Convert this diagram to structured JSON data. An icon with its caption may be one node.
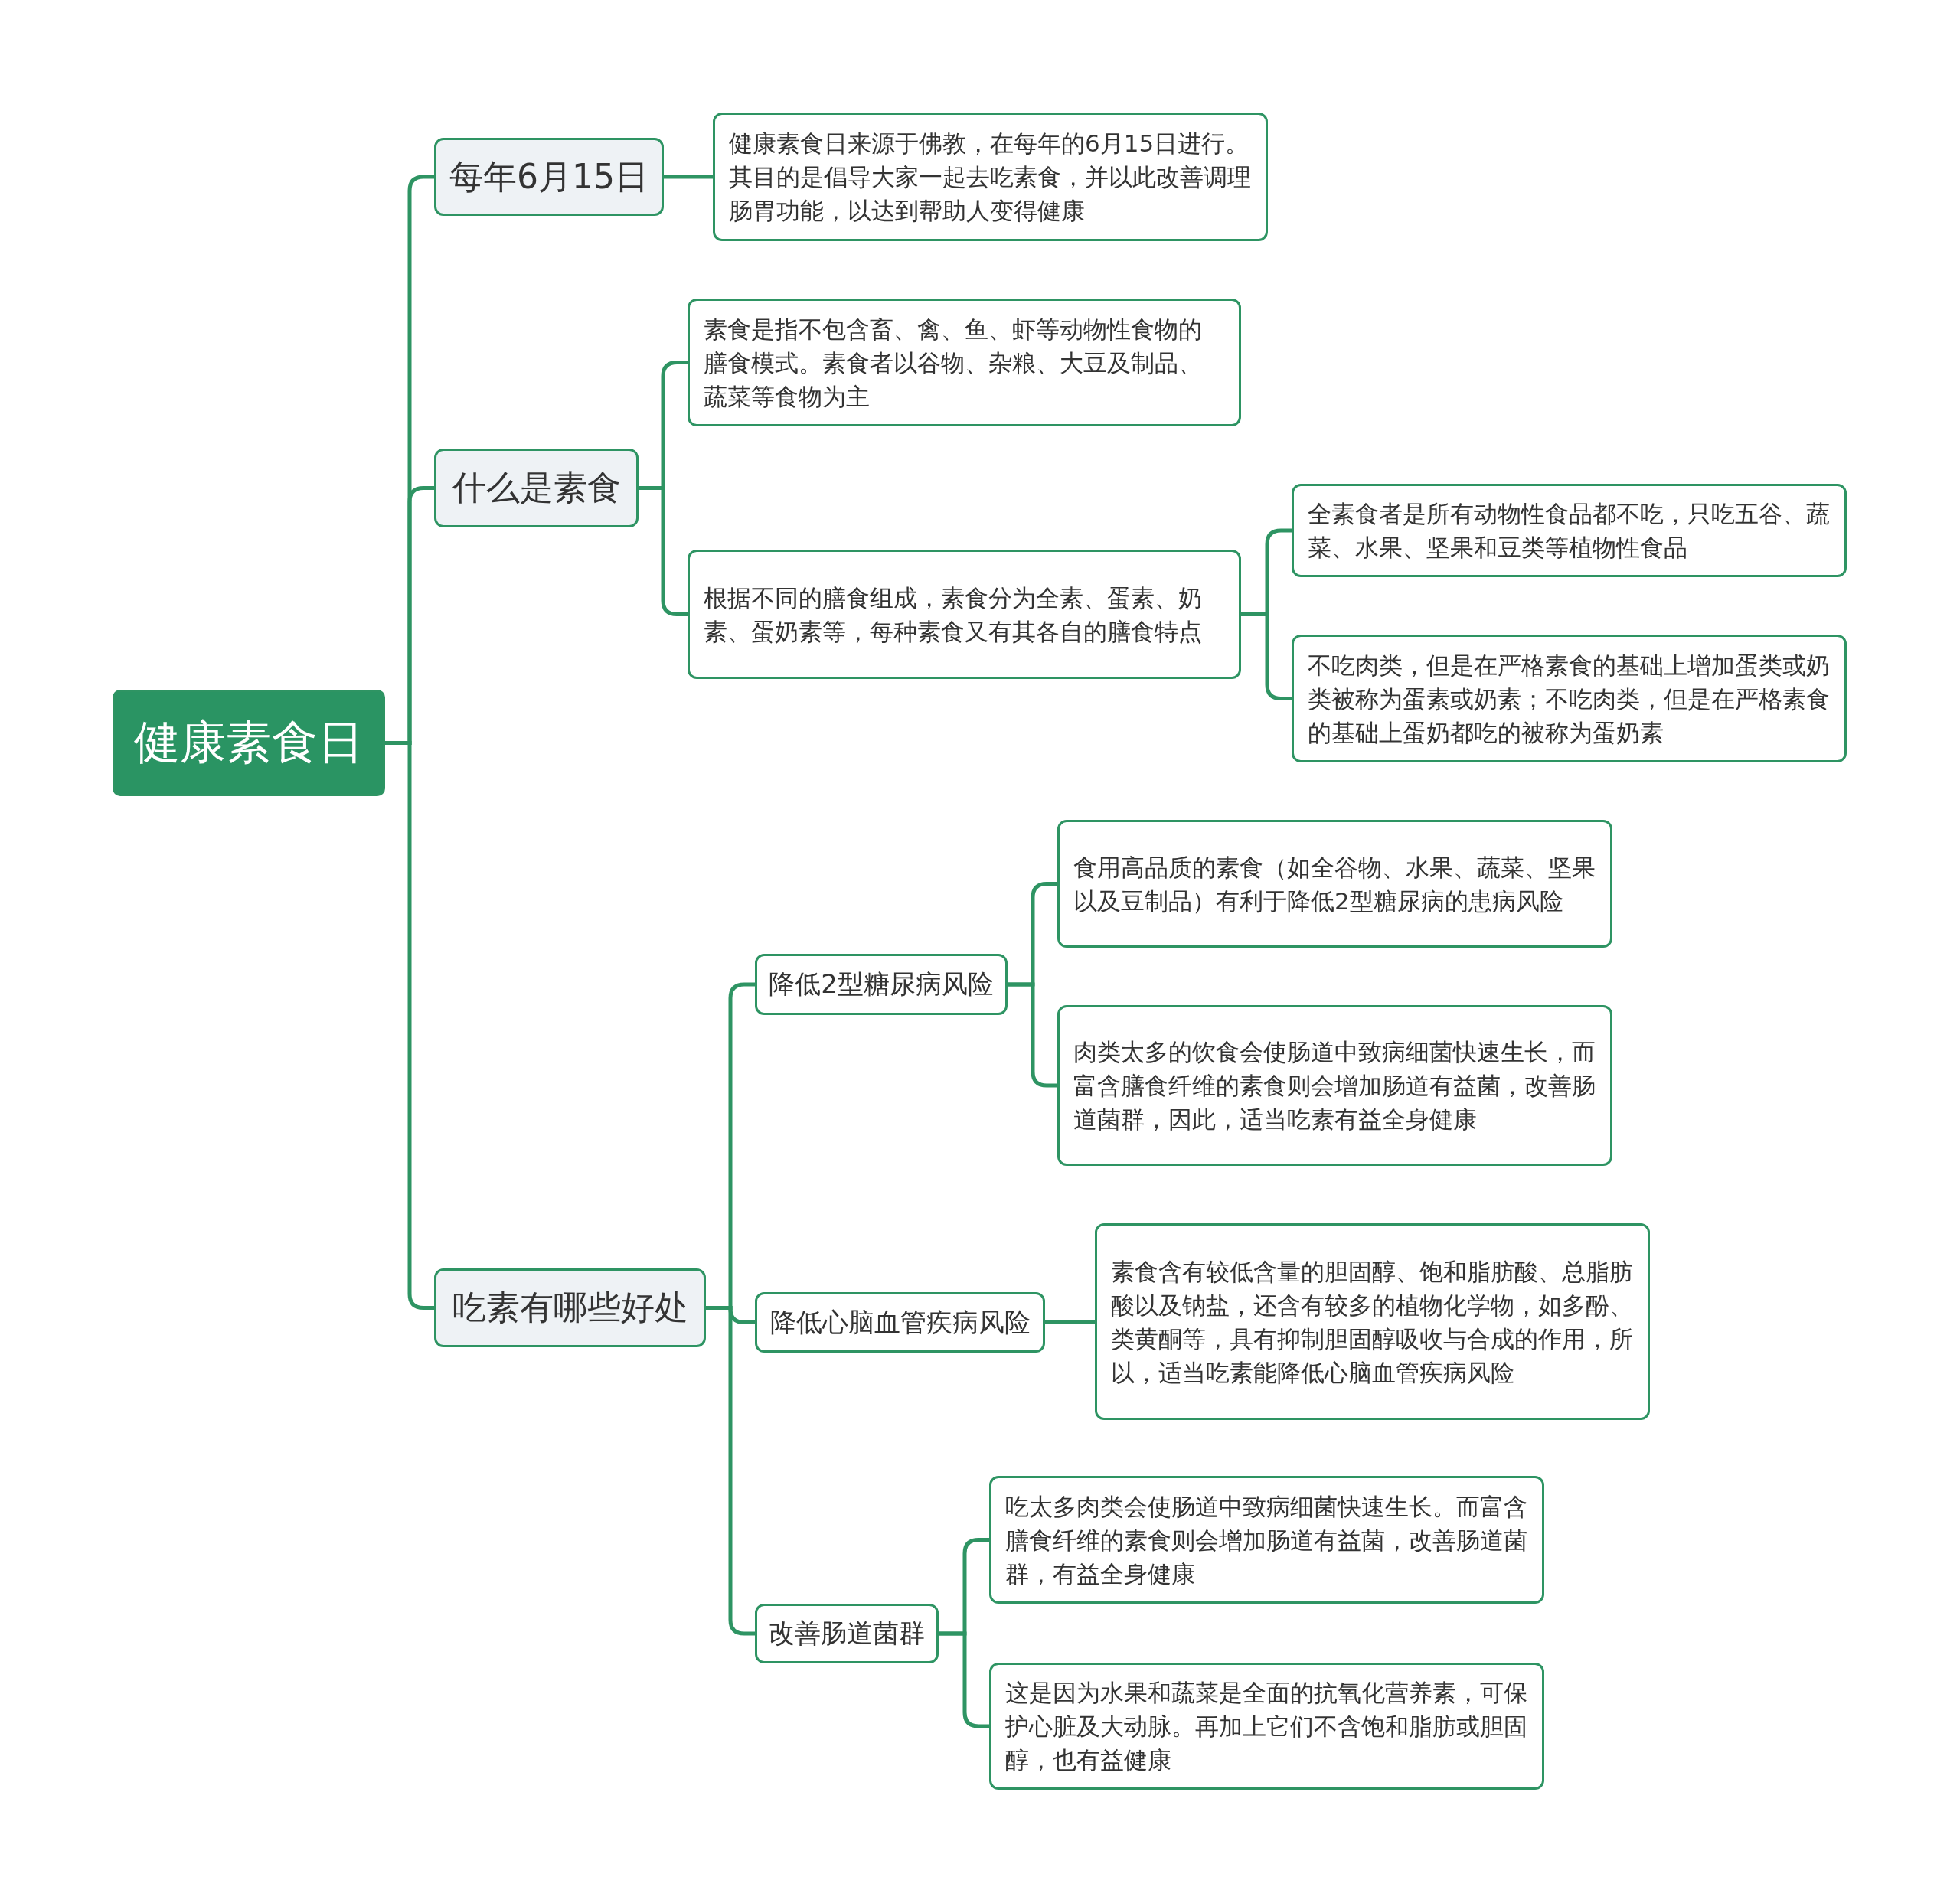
{
  "diagram": {
    "nodes": [
      {
        "text": [
          "健康素食日"
        ]
      },
      {
        "text": [
          "每年6月15日"
        ]
      },
      {
        "text": [
          "健康素食日来源于佛教，在每年的6月15日进行。其目的是倡导大家一起去吃素食，并以此改善调理肠胃功能，以达到帮助人变得健康"
        ]
      },
      {
        "text": [
          "什么是素食"
        ]
      },
      {
        "text": [
          "素食是指不包含畜、禽、鱼、虾等动物性食物的膳食模式。素食者以谷物、杂粮、大豆及制品、蔬菜等食物为主"
        ]
      },
      {
        "text": [
          "根据不同的膳食组成，素食分为全素、蛋素、奶素、蛋奶素等，每种素食又有其各自的膳食特点"
        ]
      },
      {
        "text": [
          "全素食者是所有动物性食品都不吃，只吃五谷、蔬菜、水果、坚果和豆类等植物性食品"
        ]
      },
      {
        "text": [
          "不吃肉类，但是在严格素食的基础上增加蛋类或奶类被称为蛋素或奶素；不吃肉类，但是在严格素食的基础上蛋奶都吃的被称为蛋奶素"
        ]
      },
      {
        "text": [
          "吃素有哪些好处"
        ]
      },
      {
        "text": [
          "降低2型糖尿病风险"
        ]
      },
      {
        "text": [
          "食用高品质的素食（如全谷物、水果、蔬菜、坚果以及豆制品）有利于降低2型糖尿病的患病风险"
        ]
      },
      {
        "text": [
          "肉类太多的饮食会使肠道中致病细菌快速生长，而富含膳食纤维的素食则会增加肠道有益菌，改善肠道菌群，因此，适当吃素有益全身健康"
        ]
      },
      {
        "text": [
          "降低心脑血管疾病风险"
        ]
      },
      {
        "text": [
          "素食含有较低含量的胆固醇、饱和脂肪酸、总脂肪酸以及钠盐，还含有较多的植物化学物，如多酚、类黄酮等，具有抑制胆固醇吸收与合成的作用，所以，适当吃素能降低心脑血管疾病风险"
        ]
      },
      {
        "text": [
          "改善肠道菌群"
        ]
      },
      {
        "text": [
          "吃太多肉类会使肠道中致病细菌快速生长。而富含膳食纤维的素食则会增加肠道有益菌，改善肠道菌群，有益全身健康"
        ]
      },
      {
        "text": [
          "这是因为水果和蔬菜是全面的抗氧化营养素，可保护心脏及大动脉。再加上它们不含饱和脂肪或胆固醇，也有益健康"
        ]
      }
    ],
    "edges": [
      {
        "from": 0,
        "to": 1,
        "arrow": "none"
      },
      {
        "from": 1,
        "to": 2,
        "arrow": "none"
      },
      {
        "from": 0,
        "to": 3,
        "arrow": "none"
      },
      {
        "from": 3,
        "to": 4,
        "arrow": "none"
      },
      {
        "from": 3,
        "to": 5,
        "arrow": "none"
      },
      {
        "from": 5,
        "to": 6,
        "arrow": "none"
      },
      {
        "from": 5,
        "to": 7,
        "arrow": "none"
      },
      {
        "from": 0,
        "to": 8,
        "arrow": "none"
      },
      {
        "from": 8,
        "to": 9,
        "arrow": "none"
      },
      {
        "from": 9,
        "to": 10,
        "arrow": "none"
      },
      {
        "from": 9,
        "to": 11,
        "arrow": "none"
      },
      {
        "from": 8,
        "to": 12,
        "arrow": "none"
      },
      {
        "from": 12,
        "to": 13,
        "arrow": "none"
      },
      {
        "from": 8,
        "to": 14,
        "arrow": "none"
      },
      {
        "from": 14,
        "to": 15,
        "arrow": "none"
      },
      {
        "from": 14,
        "to": 16,
        "arrow": "none"
      }
    ]
  }
}
